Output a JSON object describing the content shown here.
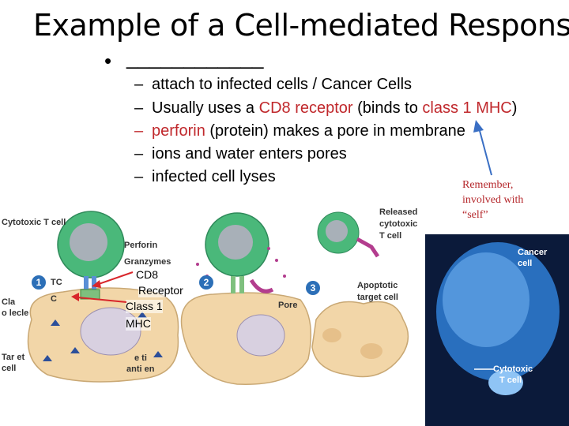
{
  "slide": {
    "title": "Example of a Cell-mediated Response",
    "bullet_char": "•",
    "bullet_blank": "____________",
    "dash": "–",
    "sub_items": [
      {
        "parts": [
          {
            "text": "attach to infected cells / Cancer Cells",
            "color": "black"
          }
        ]
      },
      {
        "parts": [
          {
            "text": "Usually uses a ",
            "color": "black"
          },
          {
            "text": "CD8 receptor",
            "color": "red"
          },
          {
            "text": " (binds to ",
            "color": "black"
          },
          {
            "text": "class 1 MHC",
            "color": "red"
          },
          {
            "text": ")",
            "color": "black"
          }
        ]
      },
      {
        "parts": [
          {
            "text": "perforin",
            "color": "red"
          },
          {
            "text": " (protein) makes a pore in membrane",
            "color": "black"
          }
        ]
      },
      {
        "parts": [
          {
            "text": "ions and water enters pores",
            "color": "black"
          }
        ]
      },
      {
        "parts": [
          {
            "text": "infected cell lyses",
            "color": "black"
          }
        ]
      }
    ],
    "remember_note": "Remember, involved with “self”",
    "colors": {
      "accent_red": "#c0282c",
      "arrow_blue": "#3a6fc4",
      "cell_green": "#4ab87a",
      "cell_tan": "#f2d6a8",
      "cancer_blue": "#2f7fd6"
    }
  },
  "figure": {
    "labels": {
      "cytotoxic_t_cell": "Cytotoxic T cell",
      "perforin": "Perforin",
      "granzymes": "Granzymes",
      "tc": "TC",
      "c": "C",
      "cla": "Cla",
      "o_lecule": "o lecle",
      "tar_et": "Tar et",
      "cell": "cell",
      "e_ti": "e ti",
      "anti_en": "anti en",
      "pore": "Pore",
      "released": "Released",
      "cytotoxic": "cytotoxic",
      "t_cell_released": "T cell",
      "apoptotic": "Apoptotic",
      "target_cell": "target cell",
      "cancer": "Cancer",
      "cancer_cell": "cell",
      "cytotoxic_bottom": "Cytotoxic",
      "t_cell_bottom": "T cell"
    },
    "steps": [
      "1",
      "2",
      "3"
    ],
    "annotations": {
      "cd8": "CD8",
      "receptor": "Receptor",
      "class1": "Class 1",
      "mhc": "MHC"
    }
  }
}
